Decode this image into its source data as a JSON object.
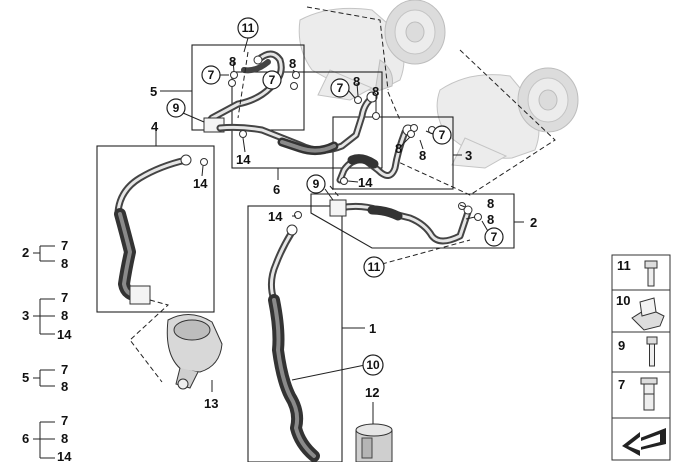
{
  "callouts": {
    "c1": "1",
    "c2": "2",
    "c3": "3",
    "c4": "4",
    "c5": "5",
    "c6": "6",
    "c7": "7",
    "c8": "8",
    "c9": "9",
    "c10": "10",
    "c11": "11",
    "c12": "12",
    "c13": "13",
    "c14": "14"
  },
  "legend_groups": [
    {
      "parent": "2",
      "children": [
        "7",
        "8"
      ]
    },
    {
      "parent": "3",
      "children": [
        "7",
        "8",
        "14"
      ]
    },
    {
      "parent": "5",
      "children": [
        "7",
        "8"
      ]
    },
    {
      "parent": "6",
      "children": [
        "7",
        "8",
        "14"
      ]
    }
  ],
  "parts_column": [
    {
      "number": "11",
      "icon": "bolt-icon"
    },
    {
      "number": "10",
      "icon": "clip-icon"
    },
    {
      "number": "9",
      "icon": "screw-icon"
    },
    {
      "number": "7",
      "icon": "banjo-bolt-icon"
    }
  ],
  "footer_icon": "direction-arrow-icon"
}
